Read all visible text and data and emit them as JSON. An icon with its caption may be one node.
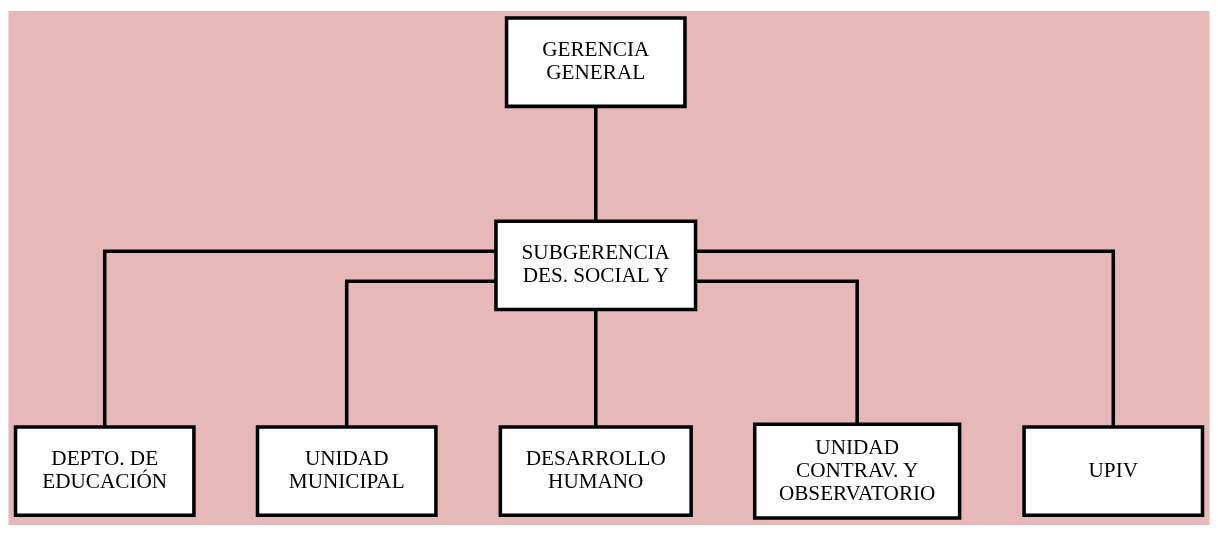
{
  "diagram": {
    "nodes": [
      {
        "text": [
          "GERENCIA GENERAL"
        ]
      },
      {
        "text": [
          "SUBGERENCIA DES. SOCIAL Y"
        ]
      },
      {
        "text": [
          "DEPTO. DE EDUCACIÓN"
        ]
      },
      {
        "text": [
          "UNIDAD MUNICIPAL"
        ]
      },
      {
        "text": [
          "DESARROLLO HUMANO"
        ]
      },
      {
        "text": [
          "UNIDAD CONTRAV. Y OBSERVATORIO"
        ]
      },
      {
        "text": [
          "UPIV"
        ]
      }
    ],
    "edges": [
      {
        "from": 0,
        "to": 1,
        "arrow": "none"
      },
      {
        "from": 1,
        "to": 2,
        "arrow": "none"
      },
      {
        "from": 1,
        "to": 3,
        "arrow": "none"
      },
      {
        "from": 1,
        "to": 4,
        "arrow": "none"
      },
      {
        "from": 1,
        "to": 5,
        "arrow": "none"
      },
      {
        "from": 1,
        "to": 6,
        "arrow": "none"
      }
    ]
  }
}
